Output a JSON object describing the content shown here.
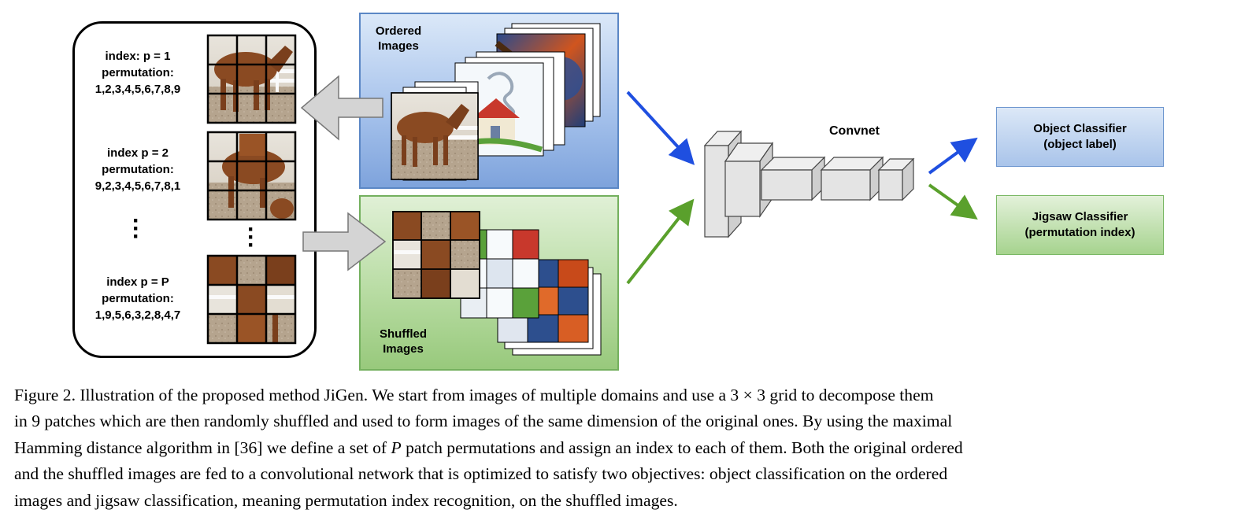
{
  "permutations": [
    {
      "index_label": "index: p = 1",
      "perm_title": "permutation:",
      "perm_value": "1,2,3,4,5,6,7,8,9"
    },
    {
      "index_label": "index p = 2",
      "perm_title": "permutation:",
      "perm_value": "9,2,3,4,5,6,7,8,1"
    },
    {
      "index_label": "index p = P",
      "perm_title": "permutation:",
      "perm_value": "1,9,5,6,3,2,8,4,7"
    }
  ],
  "ordered_panel": {
    "title_line1": "Ordered",
    "title_line2": "Images"
  },
  "shuffled_panel": {
    "title_line1": "Shuffled",
    "title_line2": "Images"
  },
  "convnet": {
    "label": "Convnet"
  },
  "object_classifier": {
    "line1": "Object Classifier",
    "line2": "(object label)"
  },
  "jigsaw_classifier": {
    "line1": "Jigsaw Classifier",
    "line2": "(permutation index)"
  },
  "caption": {
    "line1": "Figure 2. Illustration of the proposed method JiGen. We start from images of multiple domains and use a 3 × 3 grid to decompose them",
    "line2": "in 9 patches which are then randomly shuffled and used to form images of the same dimension of the original ones. By using the maximal",
    "line3_a": "Hamming distance algorithm in [36] we define a set of ",
    "line3_var": "P",
    "line3_b": " patch permutations and assign an index to each of them. Both the original ordered",
    "line4": "and the shuffled images are fed to a convolutional network that is optimized to satisfy two objectives: object classification on the ordered",
    "line5": "images and jigsaw classification, meaning permutation index recognition, on the shuffled images."
  },
  "colors": {
    "blue_arrow": "#1f4fe0",
    "green_arrow": "#5aa02c",
    "gray_arrow_fill": "#d4d4d4",
    "horse_brown": "#8a4a22",
    "ground": "#b9a892"
  }
}
